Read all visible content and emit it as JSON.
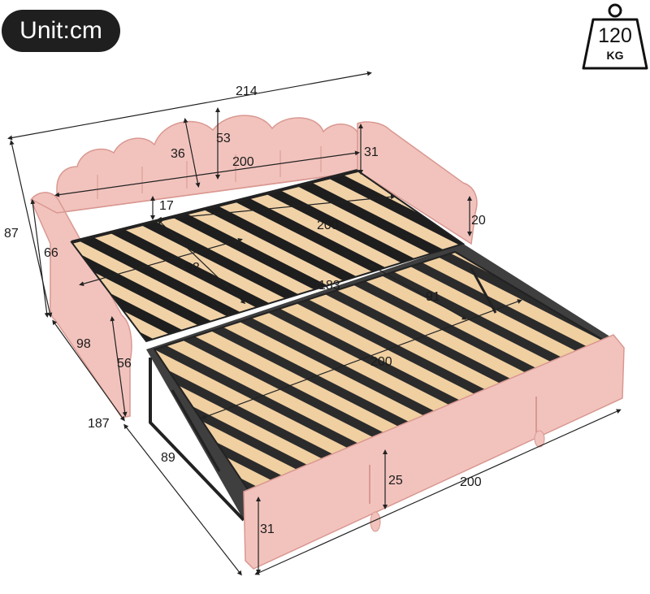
{
  "unit_label": "Unit:cm",
  "weight": {
    "value": "120",
    "unit": "KG",
    "icon": "weight-icon"
  },
  "dimensions": {
    "overall_length": "214",
    "overall_height": "87",
    "headboard_height": "53",
    "headboard_scallop": "36",
    "back_rail": "31",
    "inner_length": "200",
    "side_gap": "17",
    "armrest_height": "20",
    "mattress_length": "200",
    "arm_height": "66",
    "half_width_left": "92",
    "half_width_right": "91",
    "extended_width": "183",
    "side_depth": "98",
    "side_leg_height": "56",
    "trundle_length": "200",
    "extended_depth": "187",
    "trundle_depth": "89",
    "trundle_front_height": "25",
    "trundle_front_length": "200",
    "trundle_total_height": "31"
  },
  "colors": {
    "upholstery": "#f2c3bd",
    "upholstery_shade": "#e6aba4",
    "slat": "#f1d2a7",
    "frame": "#2a2a2a",
    "badge": "#1f1f1f"
  }
}
